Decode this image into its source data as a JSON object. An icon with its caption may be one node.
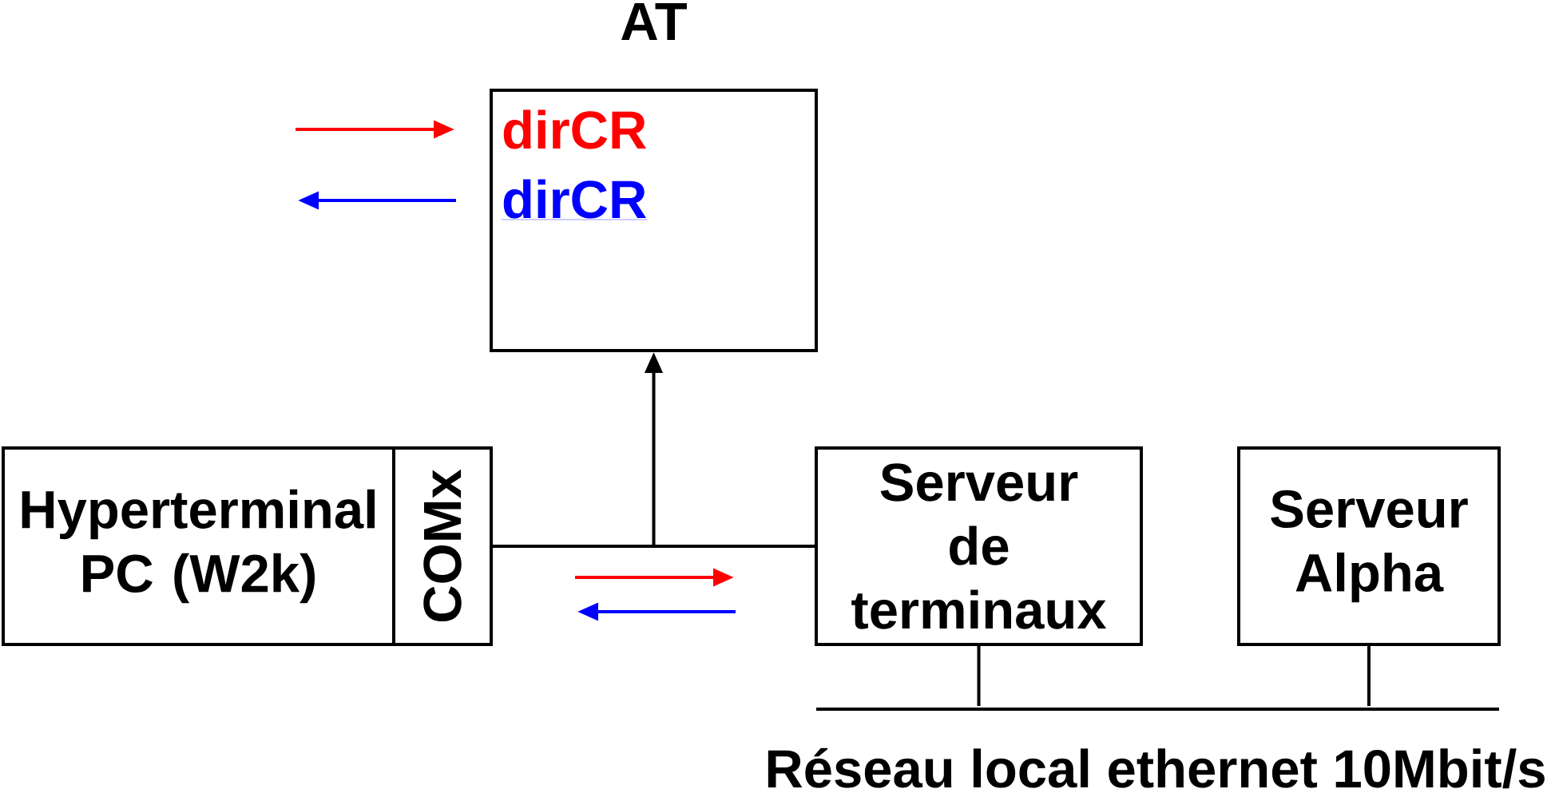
{
  "diagram": {
    "nodes": [
      {
        "text": [
          "AT",
          "dirCR",
          "dirCR"
        ]
      },
      {
        "text": [
          "Hyperterminal PC (W2k)"
        ]
      },
      {
        "text": [
          "COMx"
        ]
      },
      {
        "text": [
          "Serveur de terminaux"
        ]
      },
      {
        "text": [
          "Serveur Alpha"
        ]
      },
      {
        "text": [],
        "shape": "bar",
        "beside": [
          "Réseau local ethernet 10Mbit/s"
        ]
      }
    ],
    "edges": [
      {
        "from": 2,
        "to": 3,
        "arrow": "none"
      },
      {
        "from": null,
        "to": 0,
        "arrow": "to"
      },
      {
        "from": 3,
        "to": 5,
        "arrow": "none"
      },
      {
        "from": 4,
        "to": 5,
        "arrow": "none"
      }
    ]
  }
}
